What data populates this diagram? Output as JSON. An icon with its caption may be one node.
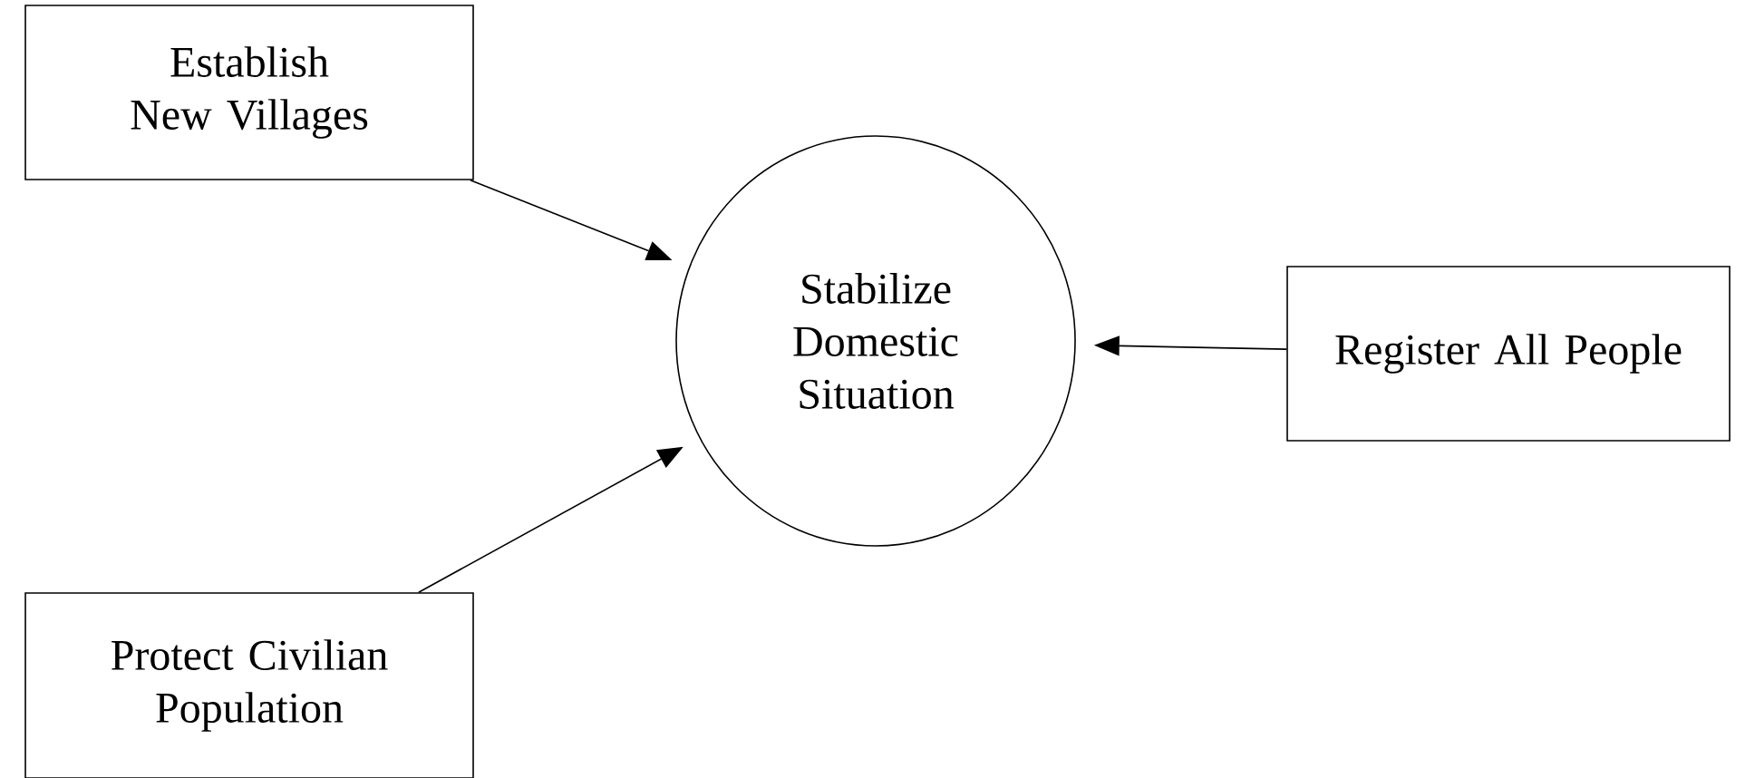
{
  "diagram": {
    "nodes": [
      {
        "text": [
          "Establish New Villages"
        ]
      },
      {
        "text": [
          "Stabilize Domestic Situation"
        ]
      },
      {
        "text": [
          "Register All People"
        ]
      },
      {
        "text": [
          "Protect Civilian Population"
        ]
      }
    ],
    "edges": [
      {
        "from": 0,
        "to": 1,
        "arrow": "to"
      },
      {
        "from": 2,
        "to": 1,
        "arrow": "to"
      },
      {
        "from": 3,
        "to": 1,
        "arrow": "to"
      }
    ]
  }
}
